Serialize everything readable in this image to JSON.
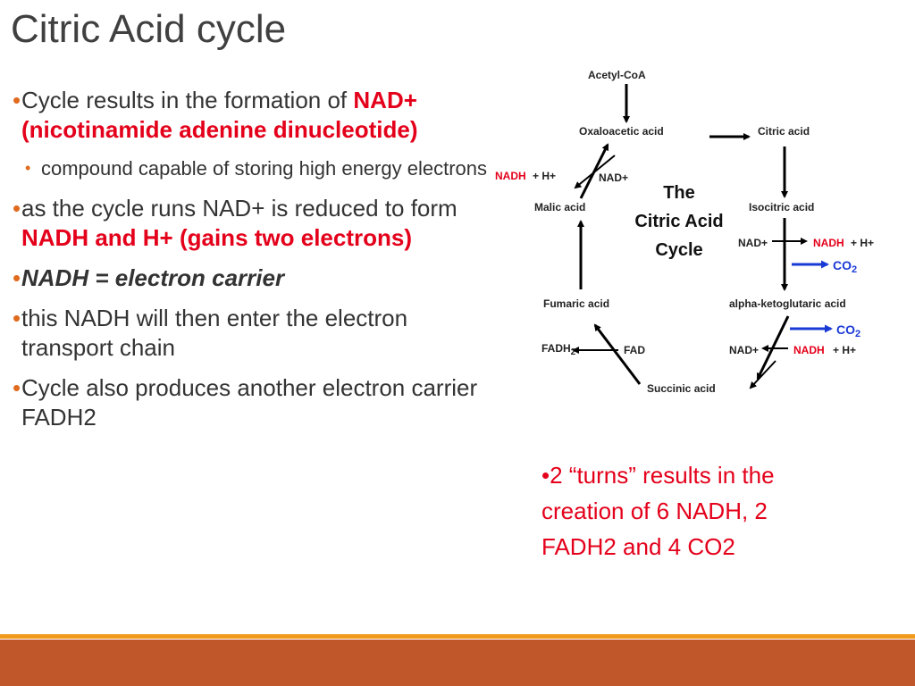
{
  "slide": {
    "title": "Citric Acid cycle",
    "bullets": {
      "b1_text": "Cycle results in the formation of ",
      "b1_red": "NAD+ (nicotinamide adenine dinucleotide)",
      "b1_sub": "compound capable of storing high energy electrons",
      "b2_text": "as the cycle runs NAD+ is reduced to form ",
      "b2_red": "NADH and H+ (gains two electrons)",
      "b3_text": "NADH = electron carrier",
      "b4_text": "this NADH will then enter the electron transport chain",
      "b5_text": "Cycle also produces another electron carrier FADH2"
    },
    "note": "2 “turns” results in the creation of 6 NADH, 2 FADH2 and 4 CO2",
    "bullet_glyph": "•"
  },
  "diagram": {
    "title_lines": [
      "The",
      "Citric Acid",
      "Cycle"
    ],
    "acetyl": "Acetyl-CoA",
    "oxaloacetic": "Oxaloacetic acid",
    "citric": "Citric acid",
    "malic": "Malic acid",
    "isocitric": "Isocitric acid",
    "fumaric": "Fumaric acid",
    "alpha": "alpha-ketoglutaric acid",
    "succinic": "Succinic acid",
    "nad_plus": "NAD+",
    "nadh": "NADH",
    "plus_h": "+ H+",
    "fadh": "FADH",
    "fadh_sub": "2",
    "fad": "FAD",
    "co": "CO",
    "co_sub": "2"
  },
  "colors": {
    "accent_orange": "#f29a1c",
    "footer": "#c0572a",
    "emphasis_red": "#e4001a",
    "co2_blue": "#1a3ad6"
  }
}
